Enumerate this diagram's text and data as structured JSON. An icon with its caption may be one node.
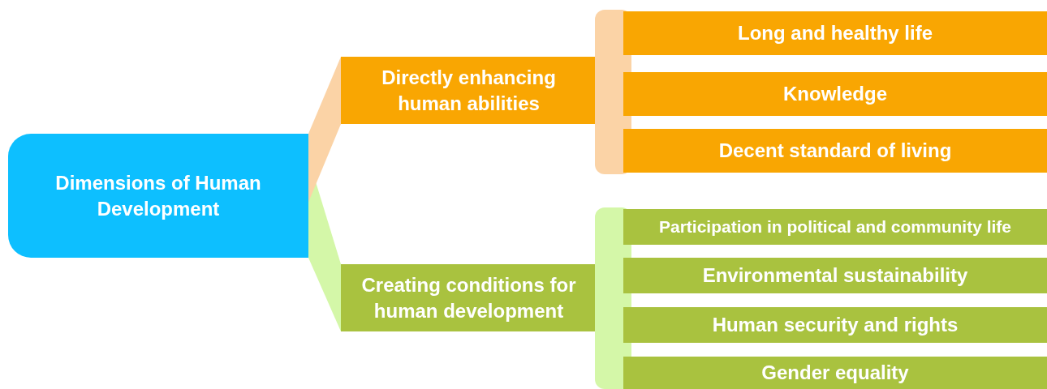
{
  "diagram": {
    "nodes": [
      {
        "text": [
          "Dimensions of Human Development"
        ]
      },
      {
        "text": [
          "Directly enhancing human abilities"
        ]
      },
      {
        "text": [],
        "shape": "bar"
      },
      {
        "text": [
          "Long and healthy life"
        ]
      },
      {
        "text": [
          "Knowledge"
        ]
      },
      {
        "text": [
          "Decent standard of living"
        ]
      },
      {
        "text": [
          "Creating conditions for human development"
        ]
      },
      {
        "text": [],
        "shape": "bar"
      },
      {
        "text": [
          "Participation in political and community life"
        ]
      },
      {
        "text": [
          "Environmental sustainability"
        ]
      },
      {
        "text": [
          "Human security and rights"
        ]
      },
      {
        "text": [
          "Gender equality"
        ]
      }
    ],
    "edges": [
      {
        "from": 0,
        "to": 1,
        "arrow": "none",
        "color": "#fbd3a6"
      },
      {
        "from": 0,
        "to": 6,
        "arrow": "none",
        "color": "#d4f7a8"
      }
    ]
  }
}
